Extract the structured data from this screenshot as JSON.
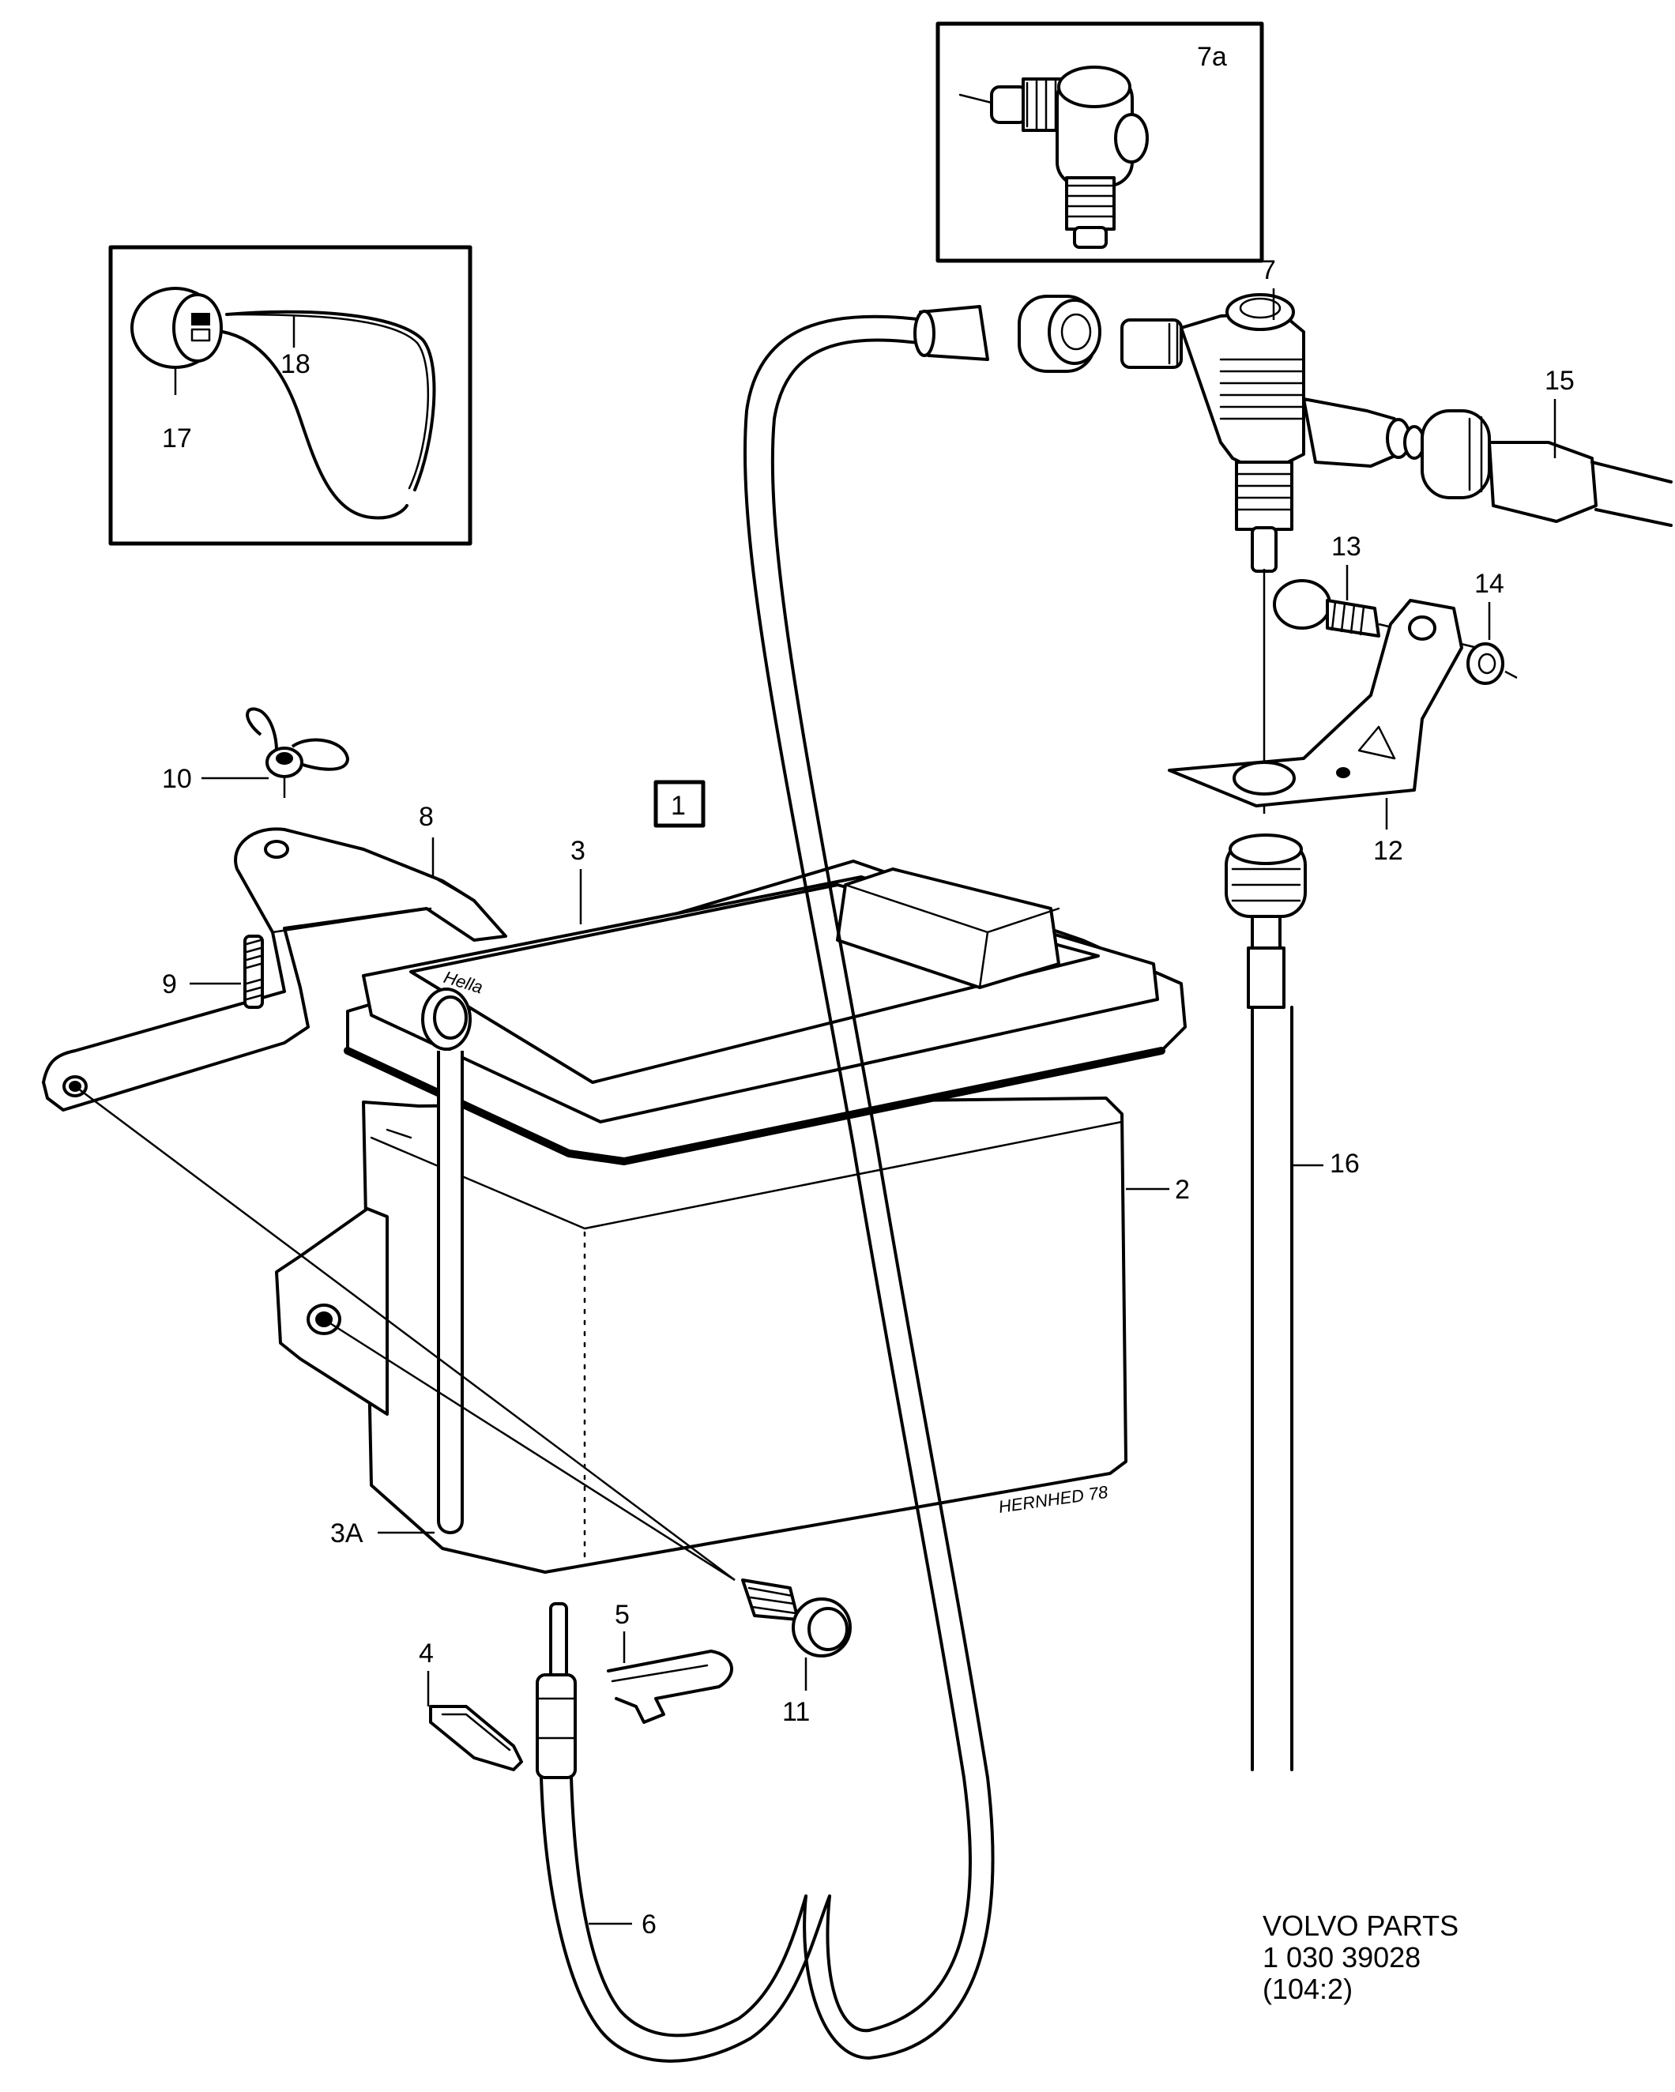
{
  "group_label": "1",
  "callouts": {
    "c2": "2",
    "c3": "3",
    "c3a": "3A",
    "c4": "4",
    "c5": "5",
    "c6": "6",
    "c7": "7",
    "c7a": "7a",
    "c8": "8",
    "c9": "9",
    "c10": "10",
    "c11": "11",
    "c12": "12",
    "c13": "13",
    "c14": "14",
    "c15": "15",
    "c16": "16",
    "c17": "17",
    "c18": "18"
  },
  "artist_signature": "HERNHED 78",
  "lid_brand": "Hella",
  "footer": {
    "line1": "VOLVO PARTS",
    "line2": "1 030 39028",
    "line3": "(104:2)"
  }
}
